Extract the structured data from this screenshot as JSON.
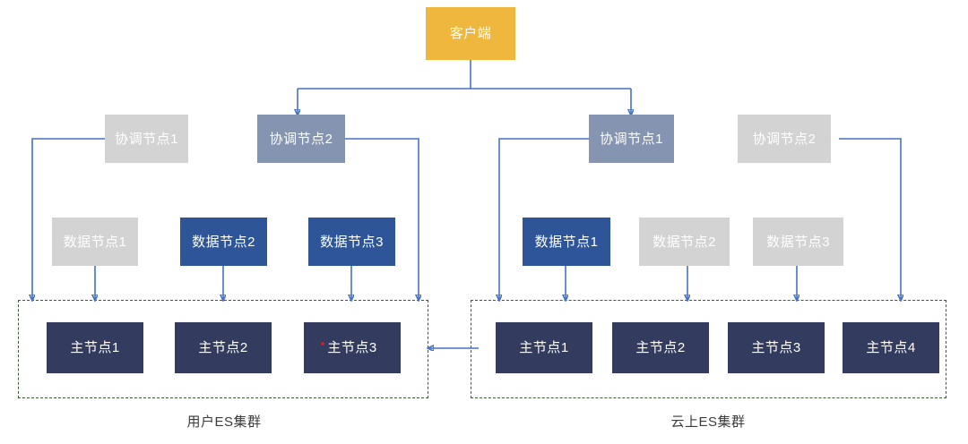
{
  "diagram": {
    "title_text": "",
    "colors": {
      "client": "#F0B73F",
      "coordinator_active": "#8494B1",
      "coordinator_inactive": "#D3D3D3",
      "data_active": "#2E5597",
      "data_inactive": "#D3D3D3",
      "master": "#333B5E",
      "connector": "#4472C4",
      "cluster_border": "#3C5B35",
      "alert_dot": "#C0222B"
    },
    "client": {
      "label": "客户端"
    },
    "left_cluster": {
      "label": "用户ES集群",
      "coordinators": [
        {
          "label": "协调节点1",
          "state": "inactive"
        },
        {
          "label": "协调节点2",
          "state": "active"
        }
      ],
      "data_nodes": [
        {
          "label": "数据节点1",
          "state": "inactive"
        },
        {
          "label": "数据节点2",
          "state": "active"
        },
        {
          "label": "数据节点3",
          "state": "active"
        }
      ],
      "master_nodes": [
        {
          "label": "主节点1",
          "alert": false
        },
        {
          "label": "主节点2",
          "alert": false
        },
        {
          "label": "主节点3",
          "alert": true
        }
      ]
    },
    "right_cluster": {
      "label": "云上ES集群",
      "coordinators": [
        {
          "label": "协调节点1",
          "state": "active"
        },
        {
          "label": "协调节点2",
          "state": "inactive"
        }
      ],
      "data_nodes": [
        {
          "label": "数据节点1",
          "state": "active"
        },
        {
          "label": "数据节点2",
          "state": "inactive"
        },
        {
          "label": "数据节点3",
          "state": "inactive"
        }
      ],
      "master_nodes": [
        {
          "label": "主节点1",
          "alert": false
        },
        {
          "label": "主节点2",
          "alert": false
        },
        {
          "label": "主节点3",
          "alert": false
        },
        {
          "label": "主节点4",
          "alert": false
        }
      ]
    }
  }
}
